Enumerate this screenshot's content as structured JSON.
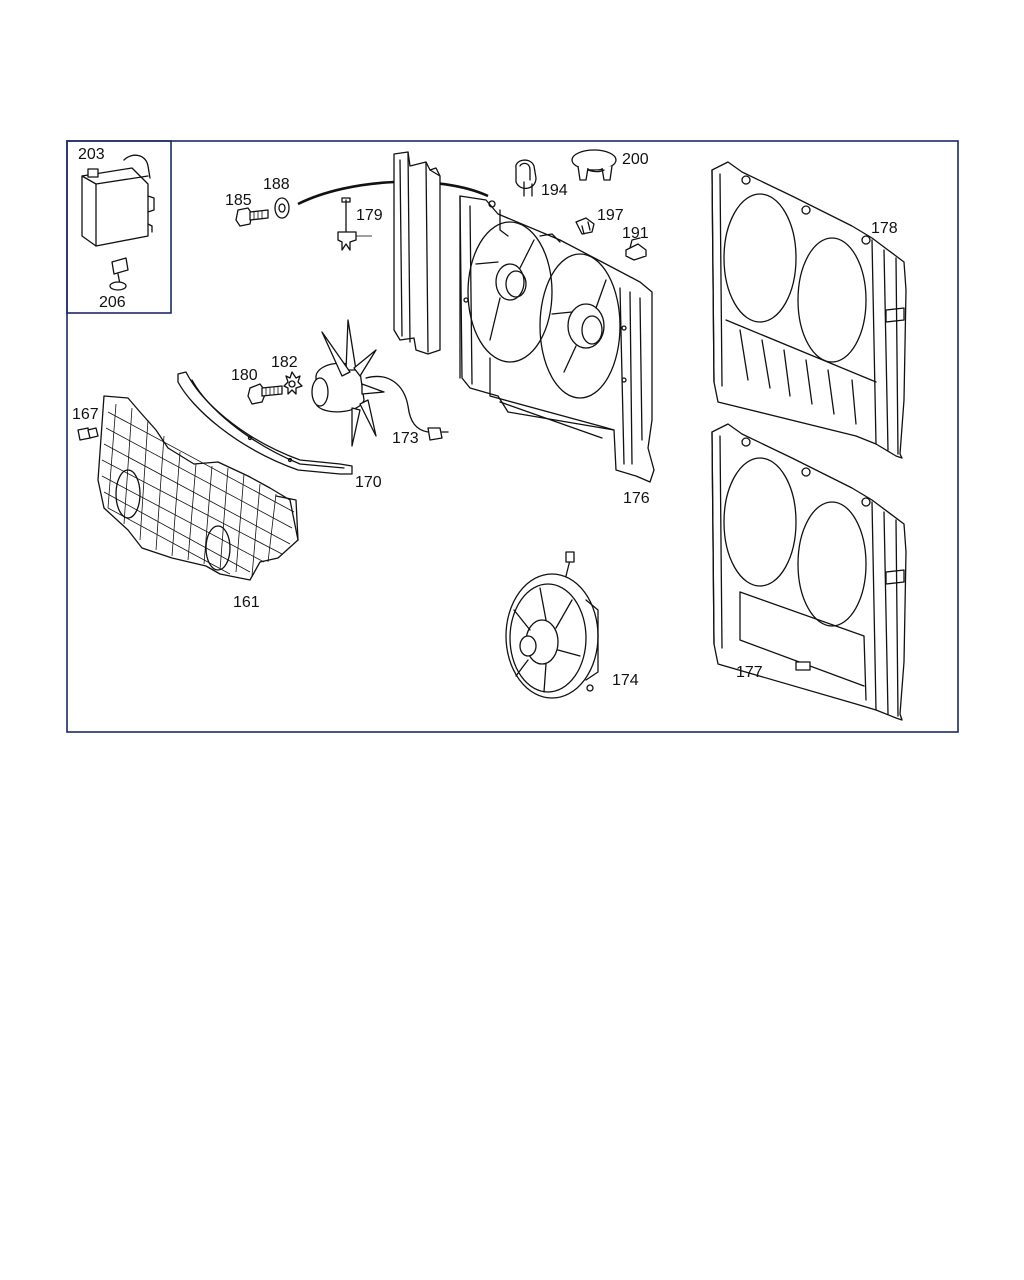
{
  "labels": {
    "p203": "203",
    "p206": "206",
    "p185": "185",
    "p188": "188",
    "p179": "179",
    "p194": "194",
    "p200": "200",
    "p197": "197",
    "p191": "191",
    "p178": "178",
    "p180": "180",
    "p182": "182",
    "p167": "167",
    "p173": "173",
    "p170": "170",
    "p176": "176",
    "p161": "161",
    "p174": "174",
    "p177": "177"
  },
  "colors": {
    "frame": "#1a2a66",
    "line": "#111111",
    "background": "#ffffff"
  }
}
